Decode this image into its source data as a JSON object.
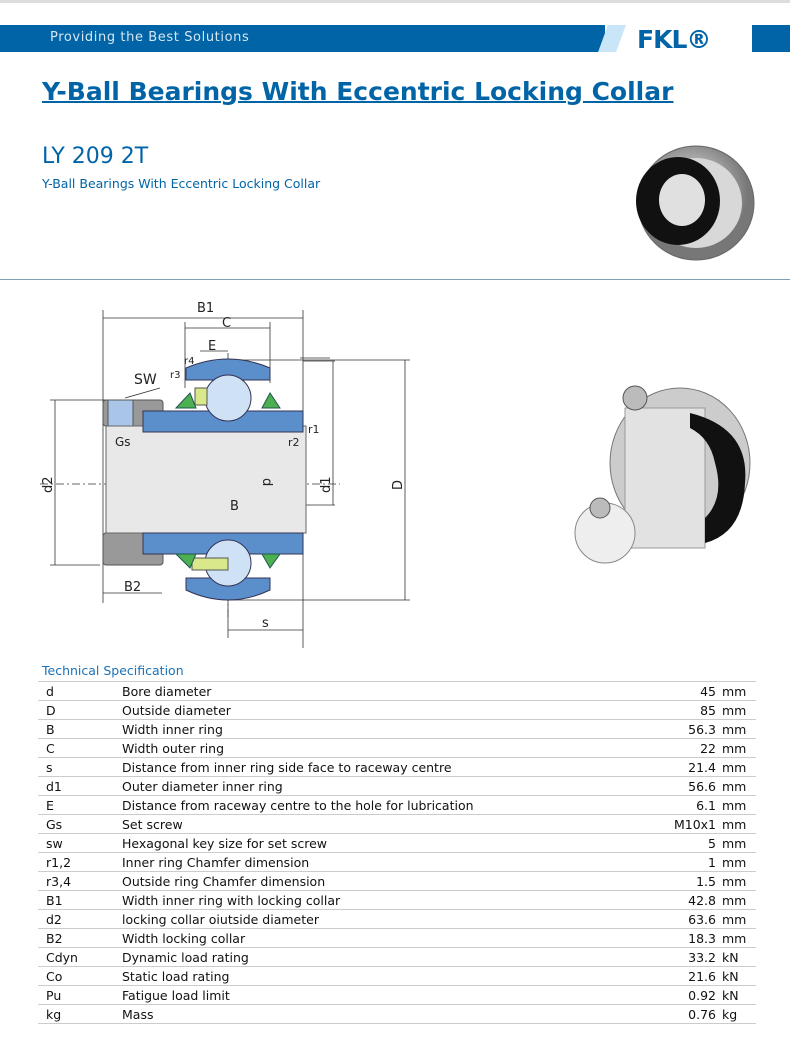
{
  "header": {
    "tagline": "Providing the Best Solutions",
    "logo": "FKL®"
  },
  "title": "Y-Ball Bearings With Eccentric Locking Collar",
  "product": {
    "model": "LY 209 2T",
    "subtitle": "Y-Ball Bearings With Eccentric Locking Collar"
  },
  "drawing": {
    "labels": {
      "B1": "B1",
      "C": "C",
      "E": "E",
      "r4": "r4",
      "r3": "r3",
      "SW": "SW",
      "Gs": "Gs",
      "r1": "r1",
      "r2": "r2",
      "d2": "d2",
      "d": "d",
      "d1": "d1",
      "D": "D",
      "B": "B",
      "B2": "B2",
      "s": "s"
    }
  },
  "colors": {
    "brand": "#0064a6",
    "ring": "#5b8fcc",
    "collar": "#9a9a9a"
  },
  "spec": {
    "heading": "Technical Specification",
    "rows": [
      {
        "symbol": "d",
        "description": "Bore diameter",
        "value": "45",
        "unit": "mm"
      },
      {
        "symbol": "D",
        "description": "Outside diameter",
        "value": "85",
        "unit": "mm"
      },
      {
        "symbol": "B",
        "description": "Width inner ring",
        "value": "56.3",
        "unit": "mm"
      },
      {
        "symbol": "C",
        "description": "Width outer ring",
        "value": "22",
        "unit": "mm"
      },
      {
        "symbol": "s",
        "description": "Distance from inner ring side face to raceway centre",
        "value": "21.4",
        "unit": "mm"
      },
      {
        "symbol": "d1",
        "description": "Outer diameter inner ring",
        "value": "56.6",
        "unit": "mm"
      },
      {
        "symbol": "E",
        "description": "Distance from raceway centre to the hole for lubrication",
        "value": "6.1",
        "unit": "mm"
      },
      {
        "symbol": "Gs",
        "description": "Set screw",
        "value": "M10x1",
        "unit": "mm"
      },
      {
        "symbol": "sw",
        "description": "Hexagonal key size for set screw",
        "value": "5",
        "unit": "mm"
      },
      {
        "symbol": "r1,2",
        "description": "Inner ring Chamfer dimension",
        "value": "1",
        "unit": "mm"
      },
      {
        "symbol": "r3,4",
        "description": "Outside ring Chamfer dimension",
        "value": "1.5",
        "unit": "mm"
      },
      {
        "symbol": "B1",
        "description": "Width inner ring with locking collar",
        "value": "42.8",
        "unit": "mm"
      },
      {
        "symbol": "d2",
        "description": "locking collar oiutside diameter",
        "value": "63.6",
        "unit": "mm"
      },
      {
        "symbol": "B2",
        "description": "Width locking collar",
        "value": "18.3",
        "unit": "mm"
      },
      {
        "symbol": "Cdyn",
        "description": "Dynamic load rating",
        "value": "33.2",
        "unit": "kN"
      },
      {
        "symbol": "Co",
        "description": "Static load rating",
        "value": "21.6",
        "unit": "kN"
      },
      {
        "symbol": "Pu",
        "description": "Fatigue load limit",
        "value": "0.92",
        "unit": "kN"
      },
      {
        "symbol": "kg",
        "description": "Mass",
        "value": "0.76",
        "unit": "kg"
      }
    ]
  }
}
